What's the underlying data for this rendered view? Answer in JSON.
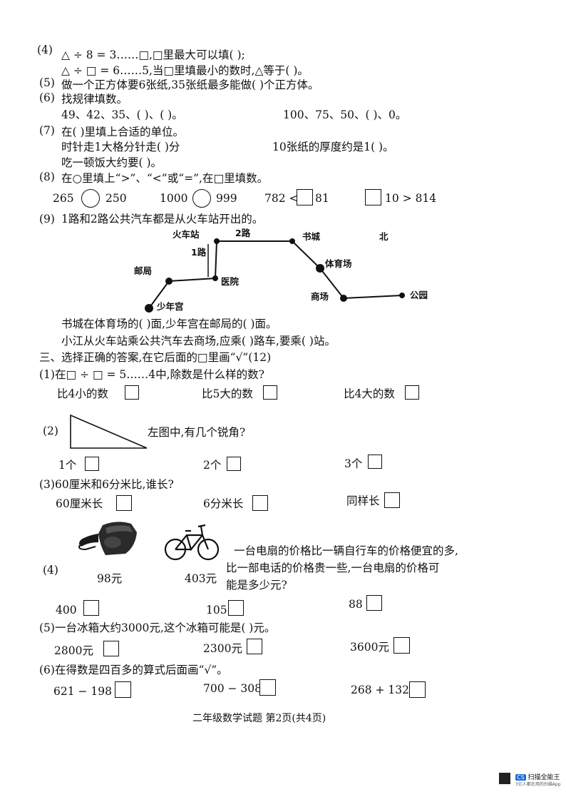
{
  "q4": {
    "num": "(4)",
    "line1": "△ ÷ 8 = 3……□,□里最大可以填(          );",
    "line2": "△ ÷ □ = 6……5,当□里填最小的数时,△等于(          )。"
  },
  "q5": {
    "num": "(5)",
    "text": "做一个正方体要6张纸,35张纸最多能做(          )个正方体。"
  },
  "q6": {
    "num": "(6)",
    "title": "找规律填数。",
    "seq1": "49、42、35、(          )、(          )。",
    "seq2": "100、75、50、(          )、0。"
  },
  "q7": {
    "num": "(7)",
    "title": "在(      )里填上合适的单位。",
    "a": "时针走1大格分针走(          )分",
    "b": "10张纸的厚度约是1(          )。",
    "c": "吃一顿饭大约要(          )。"
  },
  "q8": {
    "num": "(8)",
    "title": "在○里填上“>”、“<”或“=”,在□里填数。",
    "e1_left": "265",
    "e1_right": "250",
    "e2_left": "1000",
    "e2_right": "999",
    "e3_left": "782 <",
    "e3_right": "81",
    "e4_right": "10 > 814"
  },
  "q9": {
    "num": "(9)",
    "title": "1路和2路公共汽车都是从火车站开出的。",
    "map": {
      "train_station": "火车站",
      "route2": "2路",
      "bookstore": "书城",
      "north": "北",
      "route1": "1路",
      "post_office": "邮局",
      "hospital": "医院",
      "stadium": "体育场",
      "mall": "商场",
      "park": "公园",
      "youth_palace": "少年宫"
    },
    "line1": "书城在体育场的(          )面,少年宫在邮局的(          )面。",
    "line2": "小江从火车站乘公共汽车去商场,应乘(          )路车,要乘(          )站。"
  },
  "section3": {
    "title": "三、选择正确的答案,在它后面的□里画“√”(12)",
    "p1": {
      "stem": "(1)在□ ÷ □ = 5……4中,除数是什么样的数?",
      "o1": "比4小的数",
      "o2": "比5大的数",
      "o3": "比4大的数"
    },
    "p2": {
      "num": "(2)",
      "stem": "左图中,有几个锐角?",
      "o1": "1个",
      "o2": "2个",
      "o3": "3个"
    },
    "p3": {
      "stem": "(3)60厘米和6分米比,谁长?",
      "o1": "60厘米长",
      "o2": "6分米长",
      "o3": "同样长"
    },
    "p4": {
      "num": "(4)",
      "phone_price": "98元",
      "bike_price": "403元",
      "stem1": "一台电扇的价格比一辆自行车的价格便宜的多,",
      "stem2": "比一部电话的价格贵一些,一台电扇的价格可",
      "stem3": "能是多少元?",
      "o1": "400",
      "o2": "105",
      "o3": "88"
    },
    "p5": {
      "stem": "(5)一台冰箱大约3000元,这个冰箱可能是(      )元。",
      "o1": "2800元",
      "o2": "2300元",
      "o3": "3600元"
    },
    "p6": {
      "stem": "(6)在得数是四百多的算式后面画“√”。",
      "o1": "621 − 198",
      "o2": "700 − 308",
      "o3": "268 + 132"
    }
  },
  "footer": "二年级数学试题   第2页(共4页)",
  "watermark": {
    "badge": "CS",
    "name": "扫描全能王",
    "sub": "3亿人都在用的扫描App"
  }
}
